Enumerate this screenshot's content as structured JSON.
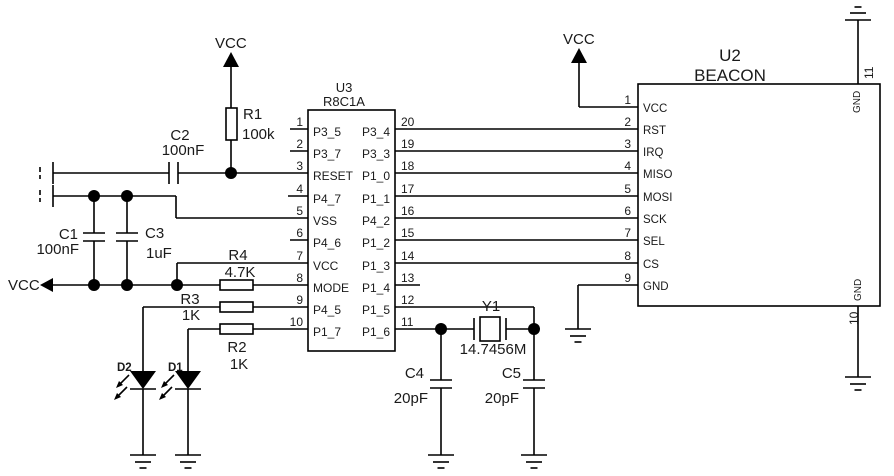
{
  "colors": {
    "ink": "#000000",
    "paper": "#ffffff"
  },
  "power": {
    "vcc": "VCC"
  },
  "components": {
    "R1": {
      "ref": "R1",
      "value": "100k"
    },
    "R2": {
      "ref": "R2",
      "value": "1K"
    },
    "R3": {
      "ref": "R3",
      "value": "1K"
    },
    "R4": {
      "ref": "R4",
      "value": "4.7K"
    },
    "C1": {
      "ref": "C1",
      "value": "100nF"
    },
    "C2": {
      "ref": "C2",
      "value": "100nF"
    },
    "C3": {
      "ref": "C3",
      "value": "1uF"
    },
    "C4": {
      "ref": "C4",
      "value": "20pF"
    },
    "C5": {
      "ref": "C5",
      "value": "20pF"
    },
    "Y1": {
      "ref": "Y1",
      "value": "14.7456M"
    },
    "D1": {
      "ref": "D1"
    },
    "D2": {
      "ref": "D2"
    },
    "U3": {
      "ref": "U3",
      "part": "R8C1A",
      "left_pins": [
        {
          "num": "1",
          "name": "P3_5"
        },
        {
          "num": "2",
          "name": "P3_7"
        },
        {
          "num": "3",
          "name": "RESET"
        },
        {
          "num": "4",
          "name": "P4_7"
        },
        {
          "num": "5",
          "name": "VSS"
        },
        {
          "num": "6",
          "name": "P4_6"
        },
        {
          "num": "7",
          "name": "VCC"
        },
        {
          "num": "8",
          "name": "MODE"
        },
        {
          "num": "9",
          "name": "P4_5"
        },
        {
          "num": "10",
          "name": "P1_7"
        }
      ],
      "right_pins": [
        {
          "num": "20",
          "name": "P3_4"
        },
        {
          "num": "19",
          "name": "P3_3"
        },
        {
          "num": "18",
          "name": "P1_0"
        },
        {
          "num": "17",
          "name": "P1_1"
        },
        {
          "num": "16",
          "name": "P4_2"
        },
        {
          "num": "15",
          "name": "P1_2"
        },
        {
          "num": "14",
          "name": "P1_3"
        },
        {
          "num": "13",
          "name": "P1_4"
        },
        {
          "num": "12",
          "name": "P1_5"
        },
        {
          "num": "11",
          "name": "P1_6"
        }
      ]
    },
    "U2": {
      "ref": "U2",
      "part": "BEACON",
      "left_pins": [
        {
          "num": "1",
          "name": "VCC"
        },
        {
          "num": "2",
          "name": "RST"
        },
        {
          "num": "3",
          "name": "IRQ"
        },
        {
          "num": "4",
          "name": "MISO"
        },
        {
          "num": "5",
          "name": "MOSI"
        },
        {
          "num": "6",
          "name": "SCK"
        },
        {
          "num": "7",
          "name": "SEL"
        },
        {
          "num": "8",
          "name": "CS"
        },
        {
          "num": "9",
          "name": "GND"
        }
      ],
      "right_pins": [
        {
          "num": "11",
          "name": "GND"
        },
        {
          "num": "10",
          "name": "GND"
        }
      ]
    }
  }
}
